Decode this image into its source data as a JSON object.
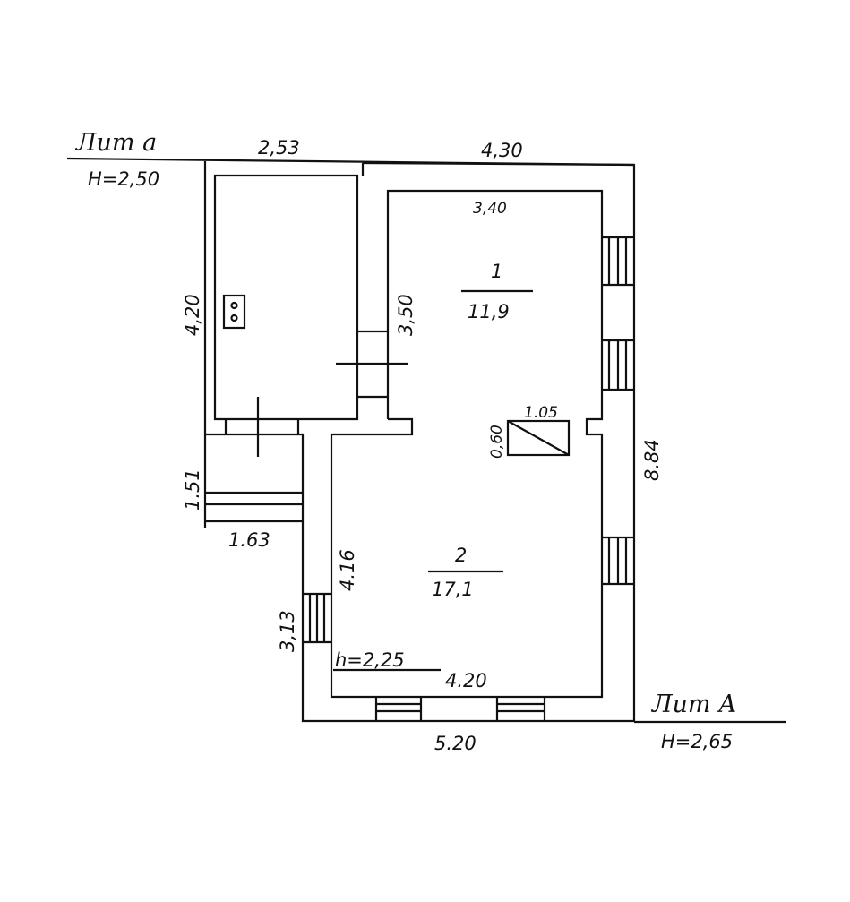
{
  "plan": {
    "annex": {
      "title": "Лит а",
      "height": "H=2,50",
      "top_width": "2,53",
      "left_length": "4,20",
      "porch_width": "1.51",
      "porch_length": "1.63"
    },
    "main": {
      "title": "Лит А",
      "height": "H=2,65",
      "top_width": "4,30",
      "inner_top": "3,40",
      "partition": "3,50",
      "right_length": "8.84",
      "bottom_width": "5.20",
      "inner_bottom": "4.20",
      "left_inner": "4.16",
      "left_outer": "3,13",
      "ceiling": "h=2,25"
    },
    "rooms": [
      {
        "number": "1",
        "area": "11,9"
      },
      {
        "number": "2",
        "area": "17,1"
      }
    ],
    "stove": {
      "width": "1.05",
      "depth": "0,60"
    }
  }
}
